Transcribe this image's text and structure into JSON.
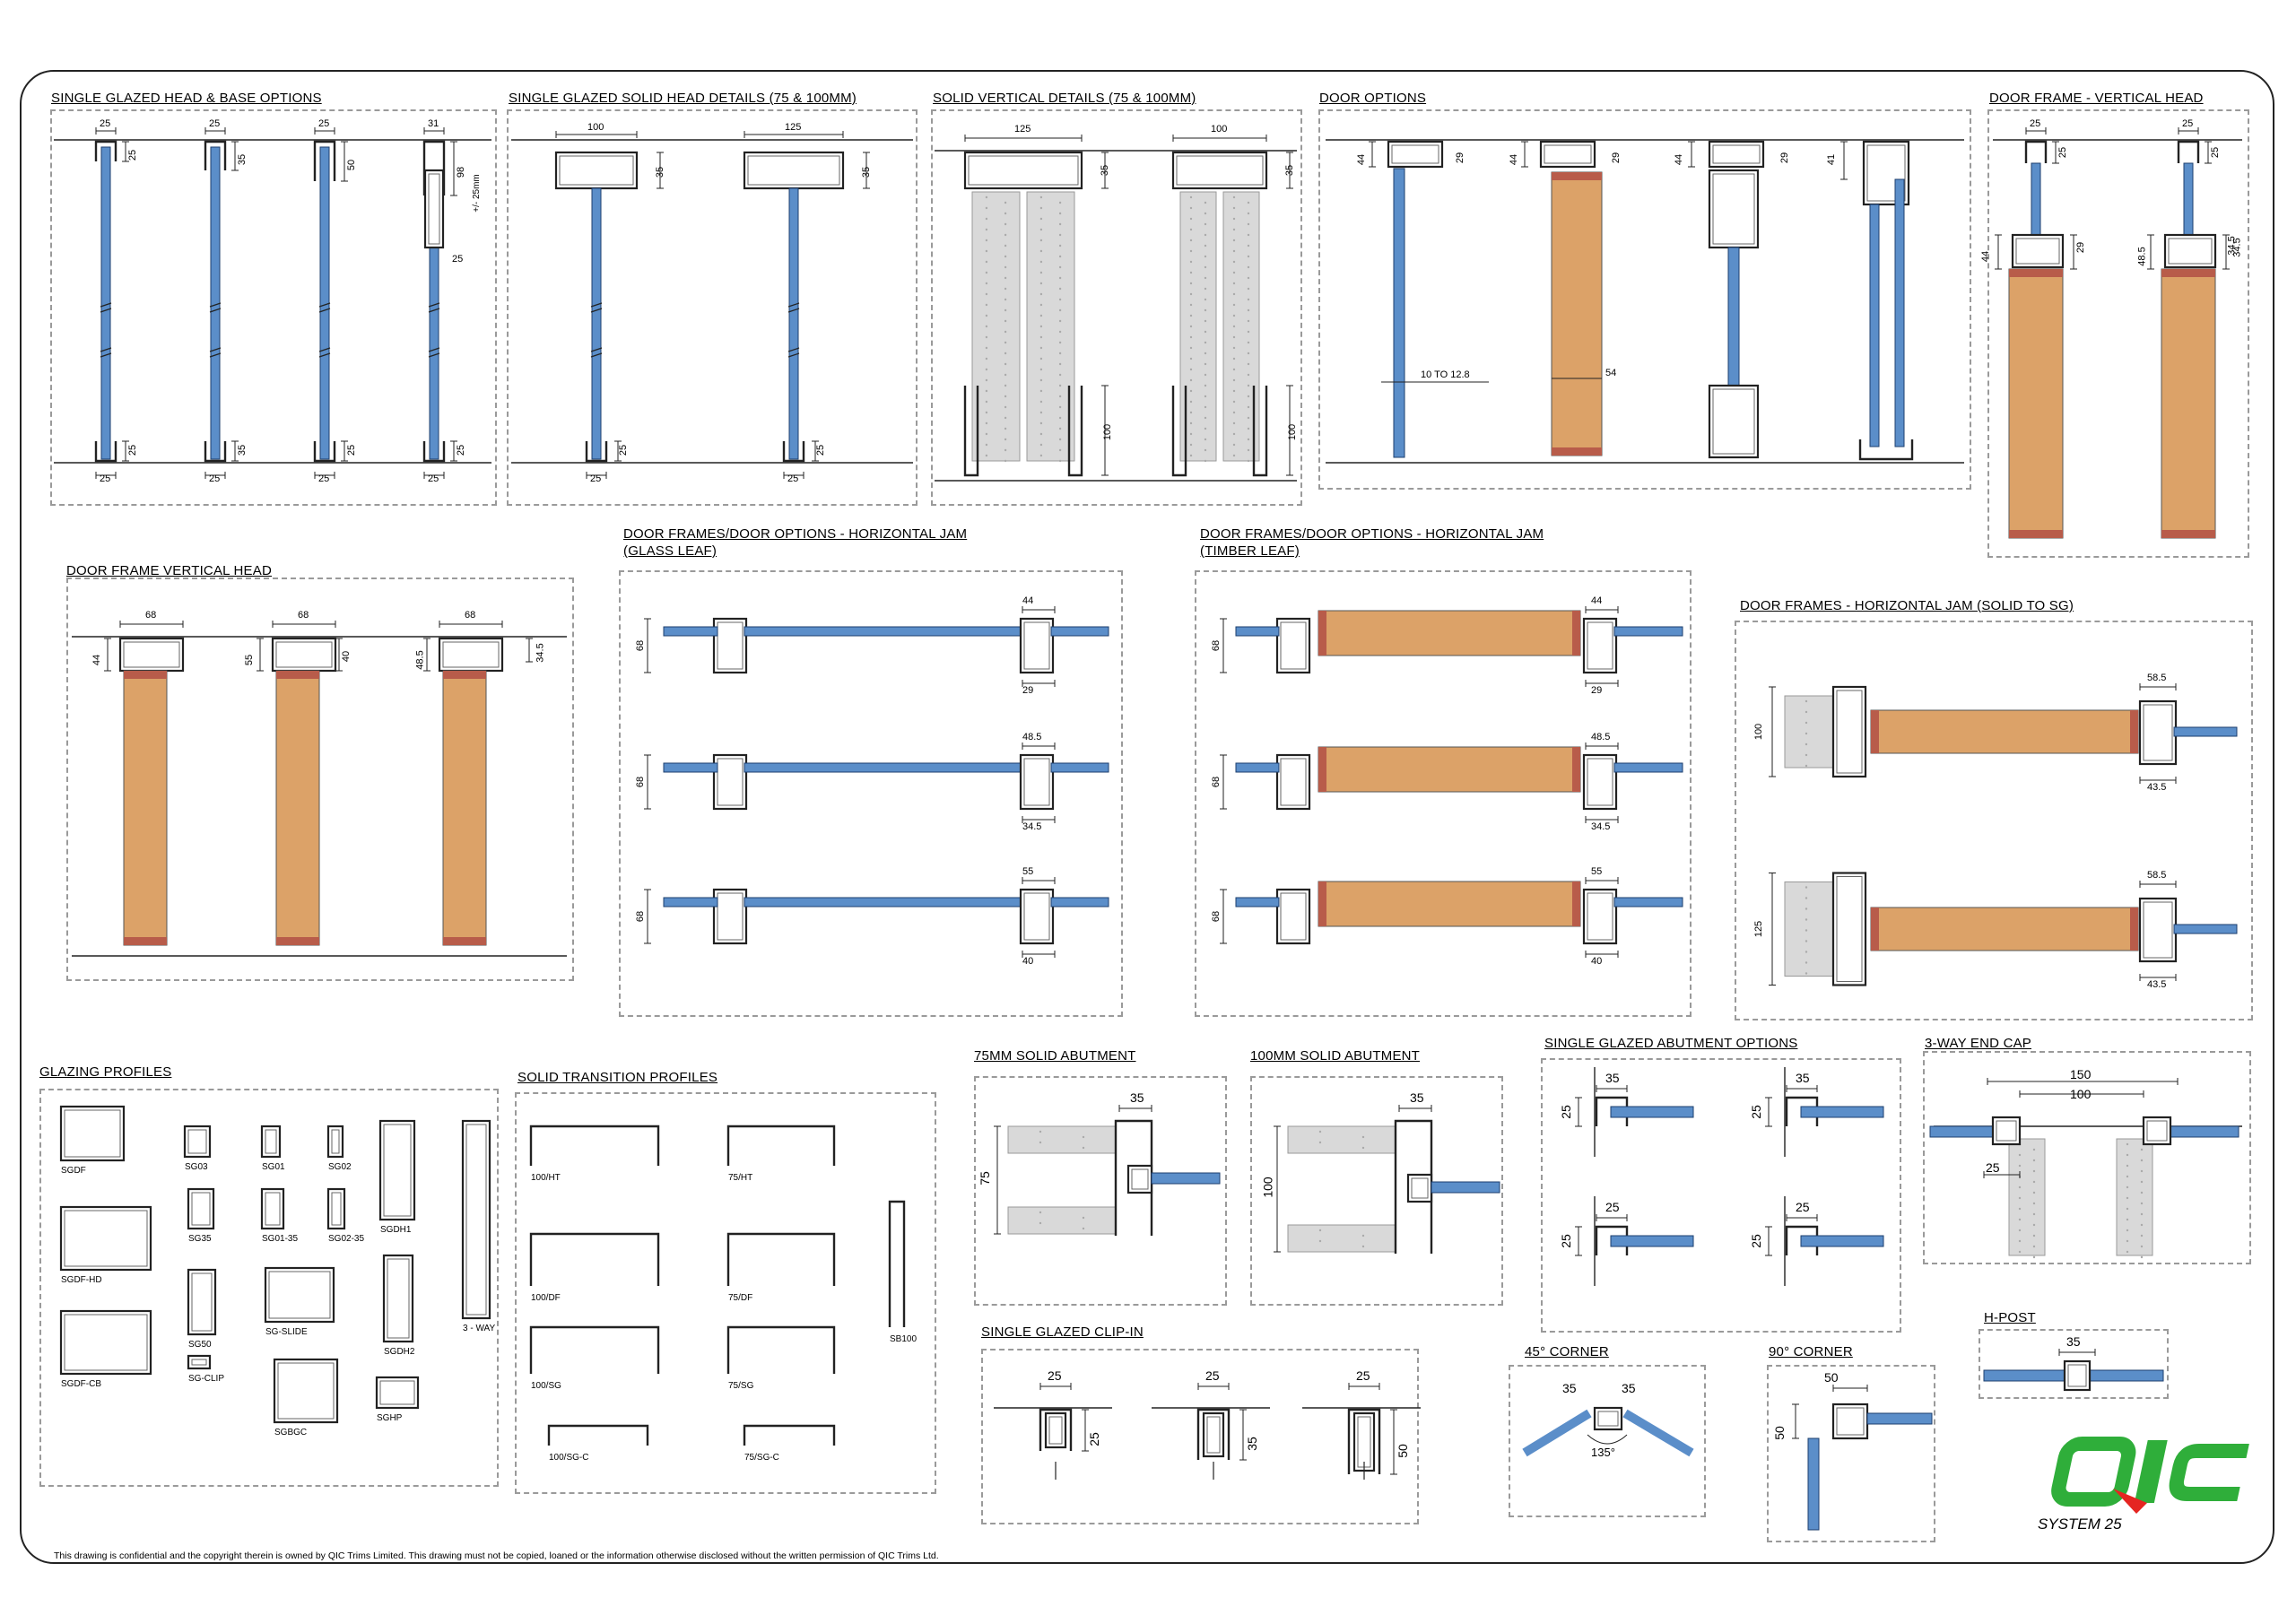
{
  "sections": {
    "sg_head_base": {
      "title": "SINGLE GLAZED HEAD & BASE OPTIONS"
    },
    "sg_solid_head": {
      "title": "SINGLE GLAZED SOLID HEAD DETAILS (75 & 100MM)"
    },
    "solid_vertical": {
      "title": "SOLID VERTICAL DETAILS (75 & 100MM)"
    },
    "door_options": {
      "title": "DOOR OPTIONS"
    },
    "dfvh_right": {
      "title": "DOOR FRAME - VERTICAL HEAD"
    },
    "dfvh_left": {
      "title": "DOOR FRAME VERTICAL HEAD"
    },
    "hj_glass": {
      "title": "DOOR FRAMES/DOOR OPTIONS - HORIZONTAL JAM\n(GLASS LEAF)"
    },
    "hj_timber": {
      "title": "DOOR FRAMES/DOOR OPTIONS - HORIZONTAL JAM\n(TIMBER LEAF)"
    },
    "hj_solid_sg": {
      "title": "DOOR FRAMES - HORIZONTAL JAM (SOLID TO SG)"
    },
    "glazing_profiles": {
      "title": "GLAZING PROFILES"
    },
    "solid_transition": {
      "title": "SOLID TRANSITION PROFILES"
    },
    "abut75": {
      "title": "75MM SOLID ABUTMENT"
    },
    "abut100": {
      "title": "100MM SOLID ABUTMENT"
    },
    "sg_abutment": {
      "title": "SINGLE GLAZED ABUTMENT OPTIONS"
    },
    "endcap": {
      "title": "3-WAY END CAP"
    },
    "clipin": {
      "title": "SINGLE GLAZED CLIP-IN"
    },
    "corner45": {
      "title": "45° CORNER"
    },
    "corner90": {
      "title": "90° CORNER"
    },
    "hpost": {
      "title": "H-POST"
    }
  },
  "dims": {
    "sg_head": [
      "25",
      "25",
      "25",
      "31"
    ],
    "sg_head_v": [
      "25",
      "35",
      "50",
      "98"
    ],
    "sg_head_tol": "+/- 25mm",
    "sg_base": [
      "25",
      "25",
      "25",
      "25"
    ],
    "sg_base_v": [
      "25",
      "35",
      "25",
      "25"
    ],
    "sg_head_inner": "25",
    "solid_head_w": [
      "100",
      "125"
    ],
    "solid_head_v": [
      "35"
    ],
    "solid_base": [
      "25",
      "25",
      "25",
      "25"
    ],
    "solid_vert_w": [
      "125",
      "100"
    ],
    "solid_vert_v": [
      "35",
      "35",
      "100",
      "100"
    ],
    "door_opt_v": [
      "44",
      "29",
      "44",
      "29",
      "44",
      "29",
      "41"
    ],
    "door_opt_glass": "10 TO 12.8",
    "door_opt_timber": "54",
    "dfvh_right_w": [
      "25",
      "25"
    ],
    "dfvh_right_v": [
      "25",
      "25",
      "44",
      "29",
      "48.5",
      "34.5"
    ],
    "dfvh_left_w": [
      "68",
      "68",
      "68"
    ],
    "dfvh_left_v": [
      "44",
      "55",
      "40",
      "48.5",
      "34.5"
    ],
    "hj_top": [
      "44",
      "48.5",
      "55"
    ],
    "hj_bottom": [
      "29",
      "34.5",
      "40"
    ],
    "hj_side": [
      "68",
      "68",
      "68"
    ],
    "hjs_top": [
      "58.5",
      "58.5"
    ],
    "hjs_bottom": [
      "43.5",
      "43.5"
    ],
    "hjs_side": [
      "100",
      "125"
    ],
    "abut": [
      "35",
      "75",
      "35",
      "100"
    ],
    "sgab": [
      "35",
      "25",
      "35",
      "25",
      "25",
      "25",
      "25",
      "25"
    ],
    "endcap": [
      "150",
      "100",
      "25"
    ],
    "clipin": [
      "25",
      "25",
      "25",
      "35",
      "25",
      "50"
    ],
    "corner45": [
      "35",
      "35",
      "135°"
    ],
    "corner90": [
      "50",
      "50"
    ],
    "hpost": "35"
  },
  "glazing_labels": [
    "SGDF",
    "SG03",
    "SG01",
    "SG02",
    "SGDH1",
    "3 - WAY",
    "SG35",
    "SG01-35",
    "SG02-35",
    "SGDF-HD",
    "SG50",
    "SG-SLIDE",
    "SGDH2",
    "SGDF-CB",
    "SG-CLIP",
    "SGBGC",
    "SGHP"
  ],
  "solid_labels": [
    "100/HT",
    "75/HT",
    "100/DF",
    "75/DF",
    "SB100",
    "100/SG",
    "75/SG",
    "100/SG-C",
    "75/SG-C"
  ],
  "logo": {
    "text": "QIC",
    "product": "SYSTEM 25"
  },
  "footer": "This drawing is confidential and the copyright therein is owned by QIC Trims Limited.  This drawing must not be copied, loaned or the information otherwise disclosed without the written permission of QIC Trims Ltd.",
  "colors": {
    "glass": "#5b8ec9",
    "timber": "#dca268",
    "timber_edge": "#b85c4a",
    "profile": "#222222",
    "insulation": "#d9d9d9",
    "logo_green": "#2fae3a",
    "logo_red": "#e52521"
  }
}
